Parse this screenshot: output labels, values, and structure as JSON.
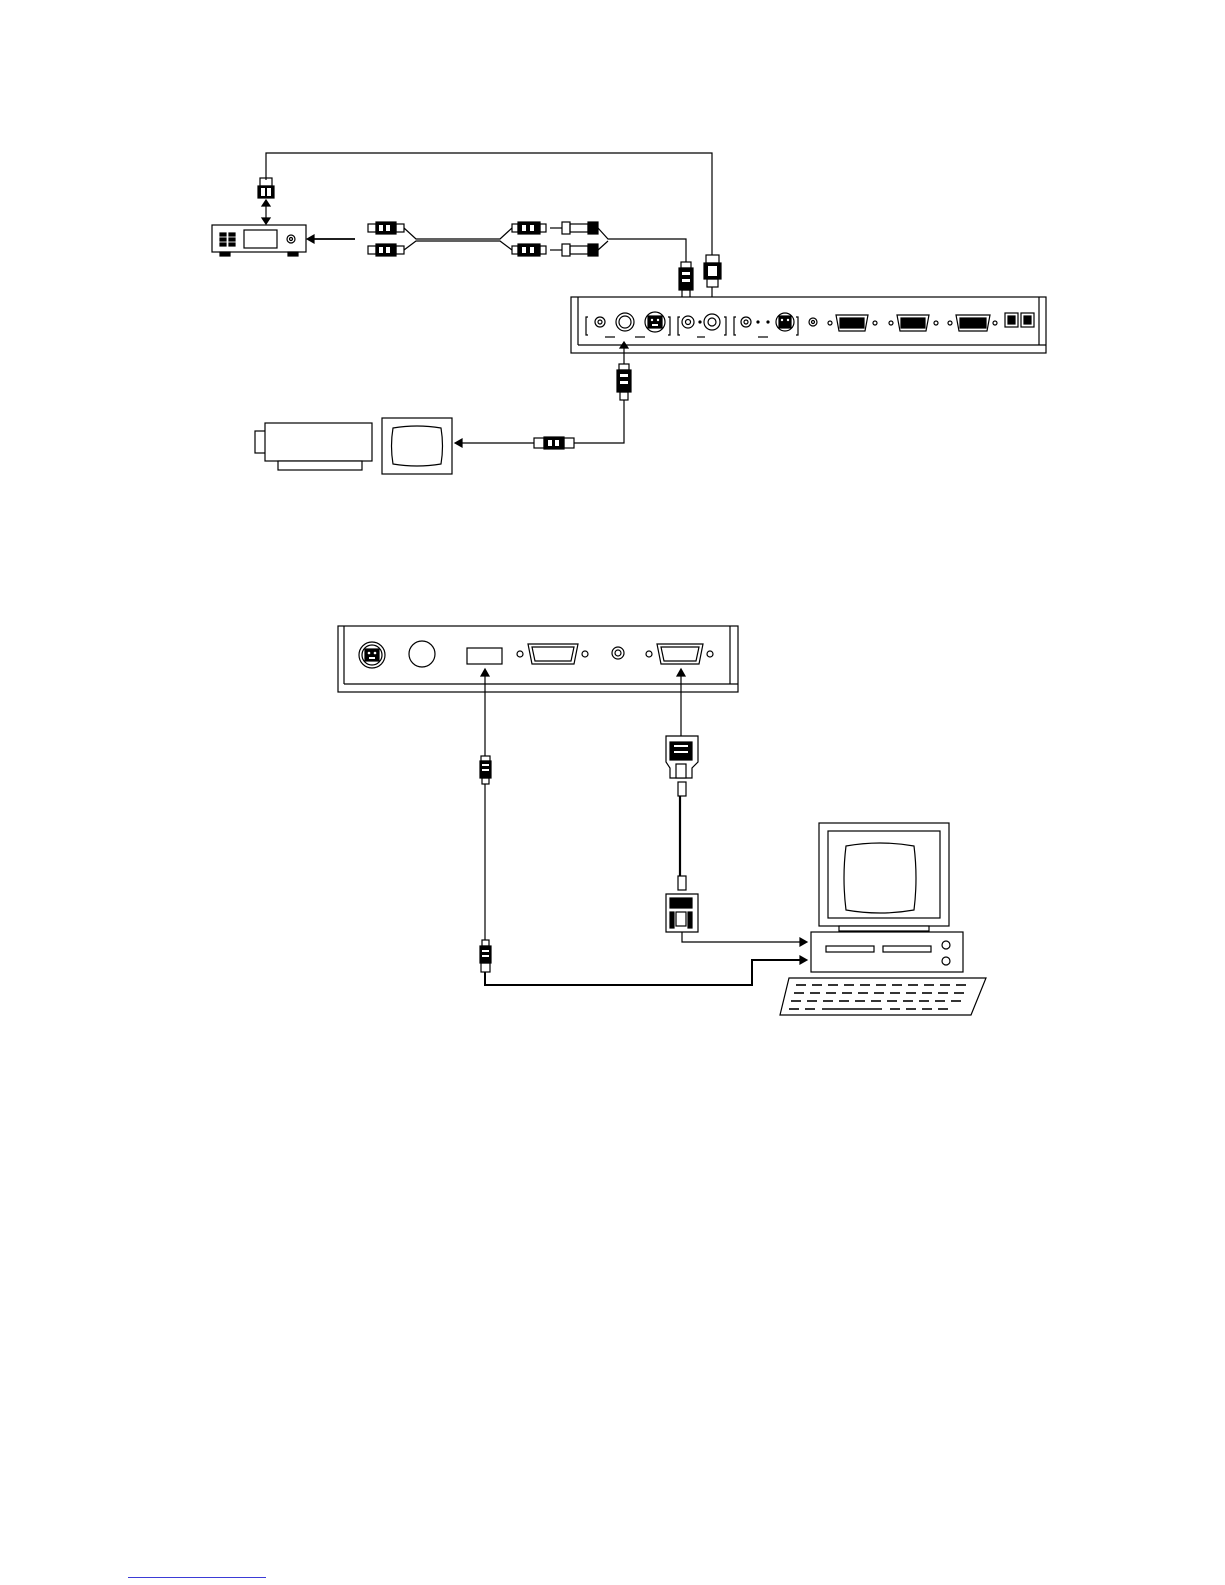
{
  "colors": {
    "ink": "#000000",
    "paper": "#ffffff",
    "footer_rule": "#3b3bd6"
  },
  "figures": [
    {
      "name": "av-connection-diagram",
      "devices": [
        "audio-amplifier",
        "projector-unit-rear-panel",
        "video-camera",
        "video-monitor"
      ],
      "cables": [
        "control-cable",
        "stereo-rca-audio-cable",
        "composite-video-cable"
      ]
    },
    {
      "name": "pc-connection-diagram",
      "devices": [
        "projector-side-panel",
        "personal-computer",
        "keyboard"
      ],
      "cables": [
        "usb-cable",
        "vga-rgb-cable"
      ]
    }
  ]
}
